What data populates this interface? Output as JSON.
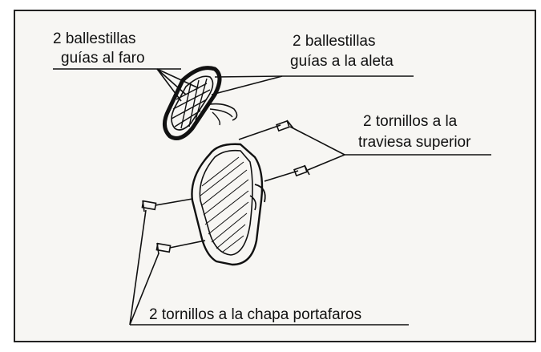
{
  "labels": {
    "guides_headlight": [
      "2 ballestillas",
      "guías al faro"
    ],
    "guides_fender": [
      "2 ballestillas",
      "guías a la aleta"
    ],
    "screws_crossmember": [
      "2 tornillos a la",
      "traviesa superior"
    ],
    "screws_panel": "2 tornillos a la chapa portafaros"
  },
  "colors": {
    "ink": "#111111",
    "paper": "#f7f6f3"
  }
}
